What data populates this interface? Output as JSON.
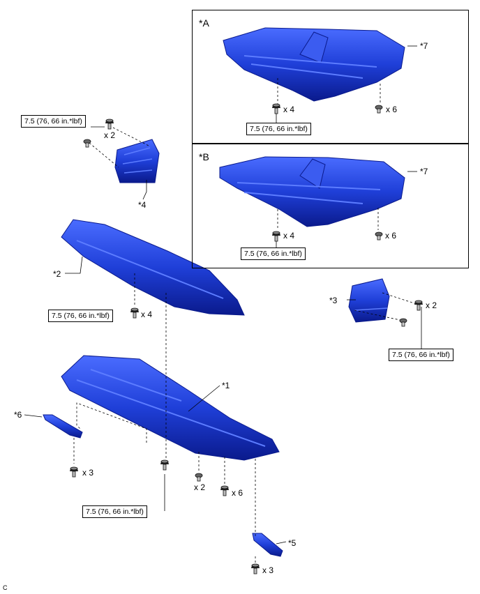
{
  "labels": {
    "A": "*A",
    "B": "*B",
    "p1": "*1",
    "p2": "*2",
    "p3": "*3",
    "p4": "*4",
    "p5": "*5",
    "p6": "*6",
    "p7a": "*7",
    "p7b": "*7",
    "corner": "C"
  },
  "quantities": {
    "insetA_left": "x 4",
    "insetA_right": "x 6",
    "insetB_left": "x 4",
    "insetB_right": "x 6",
    "part4": "x 2",
    "part2": "x 4",
    "part3": "x 2",
    "part6": "x 3",
    "part1_a": "x 2",
    "part1_b": "x 6",
    "part5": "x 3"
  },
  "torque": {
    "insetA": "7.5 (76, 66 in.*lbf)",
    "insetB": "7.5 (76, 66 in.*lbf)",
    "part4": "7.5 (76, 66 in.*lbf)",
    "part2": "7.5 (76, 66 in.*lbf)",
    "part3": "7.5 (76, 66 in.*lbf)",
    "part1": "7.5 (76, 66 in.*lbf)"
  },
  "colors": {
    "part_fill": "#1f3fd8",
    "part_dark": "#0a1a8c",
    "part_light": "#5c7cff",
    "line": "#000000"
  }
}
